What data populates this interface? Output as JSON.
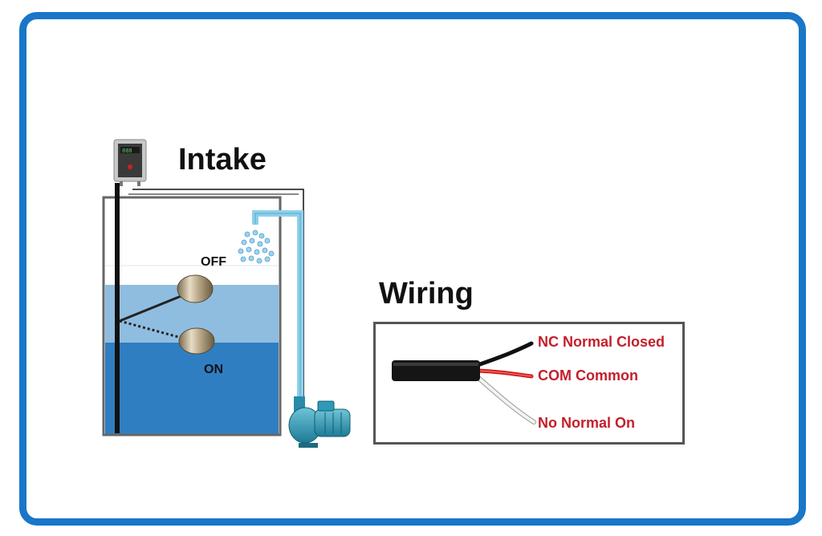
{
  "titles": {
    "intake": "Intake",
    "wiring": "Wiring"
  },
  "levels": {
    "off": "OFF",
    "on": "ON"
  },
  "wiring": {
    "nc": "NC Normal Closed",
    "com": "COM Common",
    "no": "No Normal On"
  },
  "colors": {
    "frame": "#1976c9",
    "water_light": "#8fbde0",
    "water_dark": "#2f7ec2",
    "pipe": "#8ed0ec",
    "wire_label": "#c41e2a"
  },
  "icons": [
    "controller-box-icon",
    "float-switch-icon",
    "water-spray-icon",
    "water-pump-icon",
    "cable-icon"
  ]
}
